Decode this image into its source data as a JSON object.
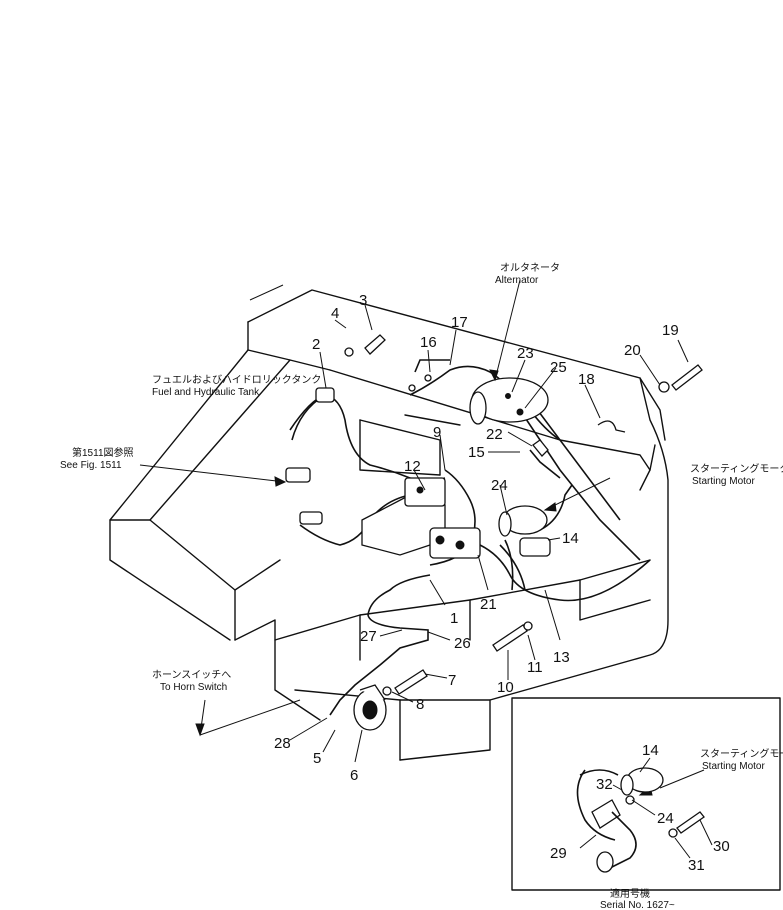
{
  "callouts": {
    "jp_alternator": "オルタネータ",
    "alternator": "Alternator",
    "jp_fuel_tank": "フュエルおよびハイドロリックタンク",
    "fuel_tank": "Fuel and Hydraulic Tank",
    "jp_see_fig": "第1511図参照",
    "see_fig": "See Fig. 1511",
    "jp_starting_motor": "スターティングモータ",
    "starting_motor": "Starting Motor",
    "jp_horn_switch": "ホーンスイッチへ",
    "horn_switch": "To Horn Switch",
    "jp_inset_starting_motor": "スターティングモータ",
    "inset_starting_motor": "Starting Motor",
    "jp_serial": "適用号機",
    "serial": "Serial No. 1627~"
  },
  "part_numbers": {
    "p1": "1",
    "p2": "2",
    "p3": "3",
    "p4": "4",
    "p5": "5",
    "p6": "6",
    "p7": "7",
    "p8": "8",
    "p9": "9",
    "p10": "10",
    "p11": "11",
    "p12": "12",
    "p13": "13",
    "p14": "14",
    "p15": "15",
    "p16": "16",
    "p17": "17",
    "p18": "18",
    "p19": "19",
    "p20": "20",
    "p21": "21",
    "p22": "22",
    "p23": "23",
    "p24": "24",
    "p25": "25",
    "p26": "26",
    "p27": "27",
    "p28": "28",
    "i14": "14",
    "i24": "24",
    "i29": "29",
    "i30": "30",
    "i31": "31",
    "i32": "32"
  }
}
